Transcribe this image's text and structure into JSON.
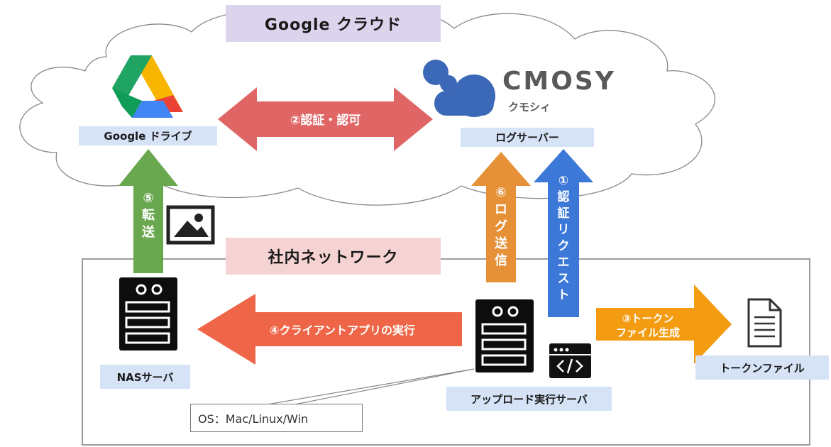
{
  "cloud": {
    "title": "Google クラウド",
    "bg_color": "#dcd3ec"
  },
  "network": {
    "title": "社内ネットワーク",
    "bg_color": "#f5d3d3"
  },
  "nodes": {
    "google_drive": {
      "label": "Google ドライブ"
    },
    "log_server": {
      "label": "ログサーバー",
      "logo_text": "CMOSY",
      "logo_sub": "クモシィ"
    },
    "nas_server": {
      "label": "NASサーバ"
    },
    "upload_server": {
      "label": "アップロード実行サーバ"
    },
    "token_file": {
      "label": "トークンファイル"
    }
  },
  "callout": {
    "text": "OS：Mac/Linux/Win"
  },
  "arrows": {
    "auth": {
      "label": "②認証・認可",
      "color": "#e06666"
    },
    "transfer": {
      "label": "⑤転送",
      "color": "#6aa84f"
    },
    "log_send": {
      "label": "⑥ログ送信",
      "color": "#e69138"
    },
    "auth_request": {
      "label": "①認証リクエスト",
      "color": "#3c78d8"
    },
    "token_gen": {
      "line1": "③トークン",
      "line2": "ファイル生成",
      "color": "#f39c12"
    },
    "client_exec": {
      "label": "④クライアントアプリの実行",
      "color": "#ee6647"
    }
  }
}
